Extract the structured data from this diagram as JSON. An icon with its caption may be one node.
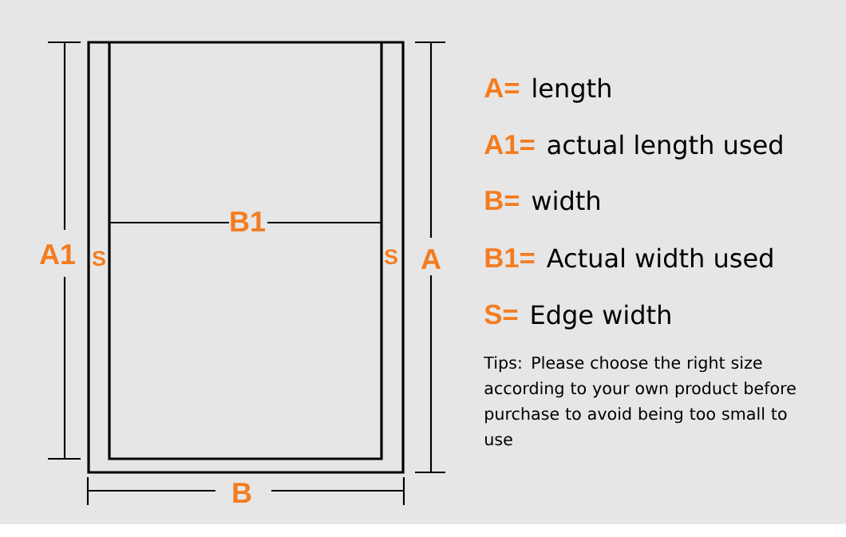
{
  "diagram": {
    "labels": [
      "B1",
      "A1",
      "S",
      "S",
      "A",
      "B",
      "A=",
      "length",
      "A1=",
      "actual length used",
      "B=",
      "width",
      "B1=",
      "Actual width used",
      "S=",
      "Edge width",
      "Tips: Please choose the right size according to your own product before purchase to avoid being too small to use"
    ]
  }
}
